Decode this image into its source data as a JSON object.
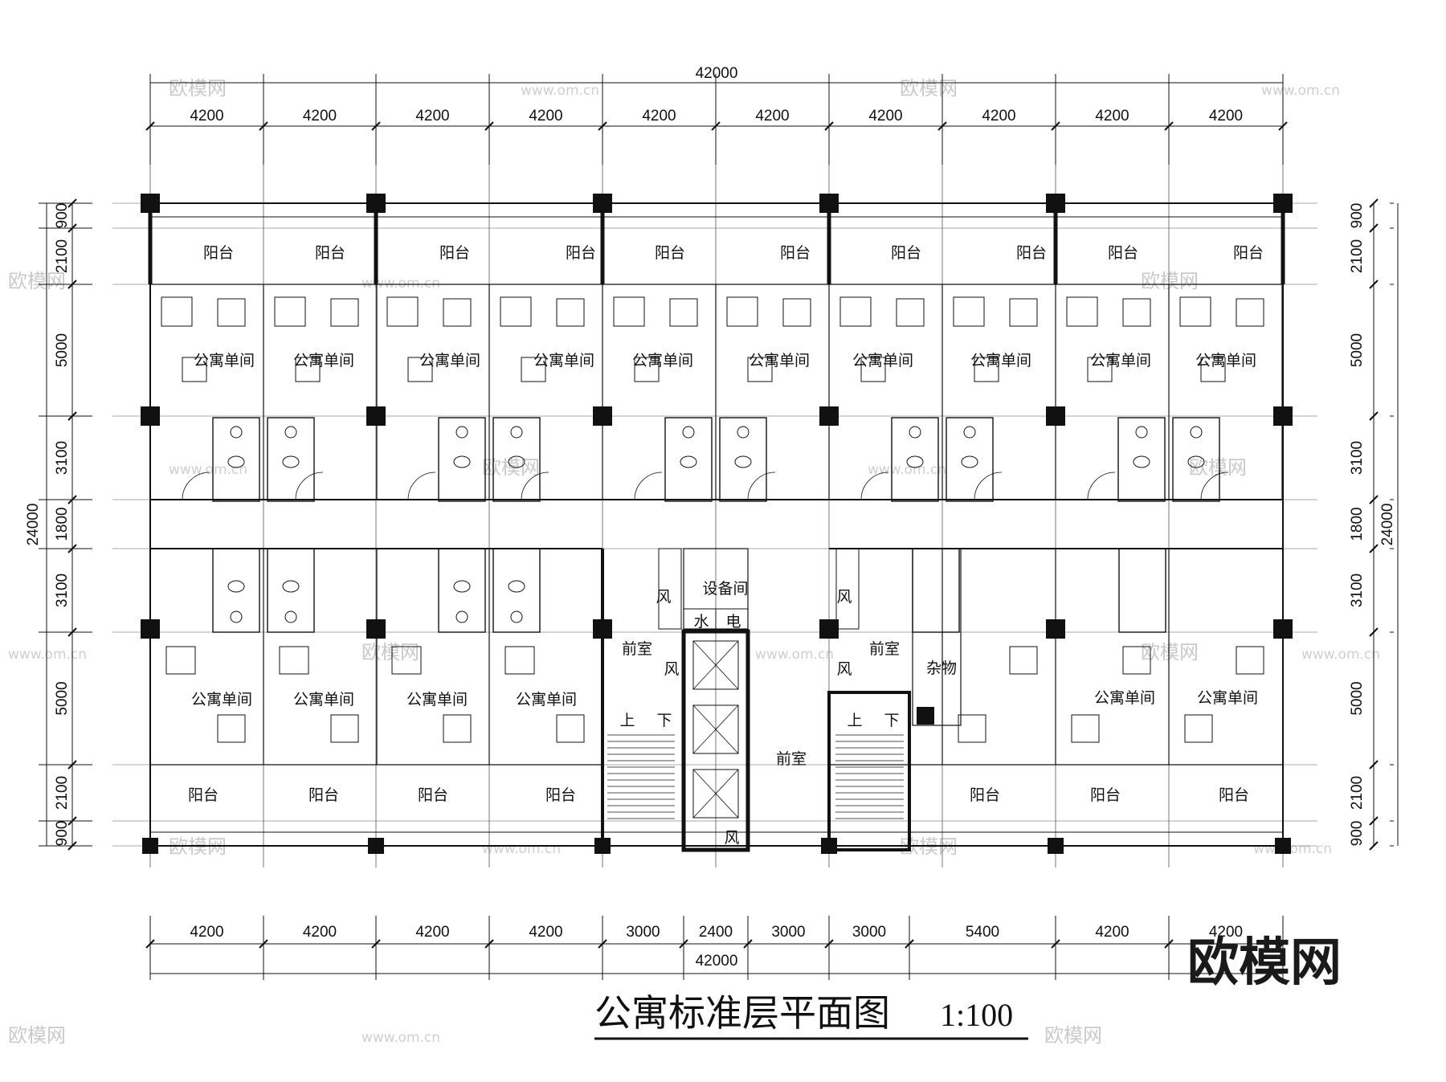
{
  "drawing": {
    "title": "公寓标准层平面图",
    "scale": "1:100",
    "brand_logo": "欧模网",
    "watermark_text": "欧模网",
    "watermark_url": "www.om.cn",
    "watermark_url_short": "om.cn"
  },
  "dimensions": {
    "top_total": "42000",
    "top_segments": [
      "4200",
      "4200",
      "4200",
      "4200",
      "4200",
      "4200",
      "4200",
      "4200",
      "4200",
      "4200"
    ],
    "bottom_segments": [
      "4200",
      "4200",
      "4200",
      "4200",
      "3000",
      "2400",
      "3000",
      "3000",
      "5400",
      "4200",
      "4200"
    ],
    "bottom_total": "42000",
    "left_total": "24000",
    "right_total": "24000",
    "vertical_segments": [
      "900",
      "2100",
      "5000",
      "3100",
      "1800",
      "3100",
      "5000",
      "2100",
      "900"
    ]
  },
  "rooms": {
    "balcony": "阳台",
    "studio": "公寓单间",
    "lobby": "前室",
    "equipment": "设备间",
    "water": "水",
    "electric": "电",
    "wind": "风",
    "storage": "杂物",
    "up": "上",
    "down": "下"
  },
  "colors": {
    "line": "#111111",
    "watermark": "#c9c9c9"
  }
}
